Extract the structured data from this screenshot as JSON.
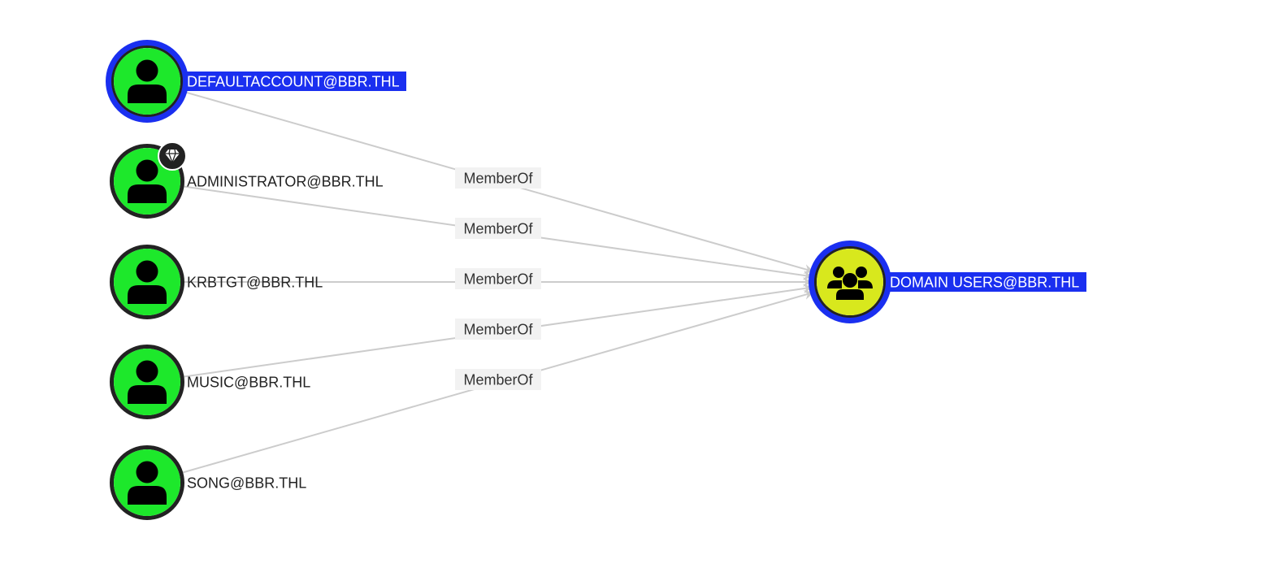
{
  "colors": {
    "user_fill": "#1de82b",
    "group_fill": "#d8e81d",
    "ring_dark": "#222222",
    "ring_highlight": "#1a2ff0",
    "label_highlight_bg": "#1a2ff0",
    "label_highlight_text": "#ffffff",
    "label_text": "#222222",
    "edge": "#cccccc",
    "edge_label_bg": "#f2f2f2",
    "badge_bg": "#222222",
    "icon": "#000000"
  },
  "nodes": [
    {
      "id": "defaultaccount",
      "label": "DEFAULTACCOUNT@BBR.THL",
      "type": "user",
      "highlighted": true,
      "badge": ""
    },
    {
      "id": "administrator",
      "label": "ADMINISTRATOR@BBR.THL",
      "type": "user",
      "highlighted": false,
      "badge": "diamond-icon"
    },
    {
      "id": "krbtgt",
      "label": "KRBTGT@BBR.THL",
      "type": "user",
      "highlighted": false,
      "badge": ""
    },
    {
      "id": "music",
      "label": "MUSIC@BBR.THL",
      "type": "user",
      "highlighted": false,
      "badge": ""
    },
    {
      "id": "song",
      "label": "SONG@BBR.THL",
      "type": "user",
      "highlighted": false,
      "badge": ""
    },
    {
      "id": "domainusers",
      "label": "DOMAIN USERS@BBR.THL",
      "type": "group",
      "highlighted": true,
      "badge": ""
    }
  ],
  "edges": [
    {
      "from": "defaultaccount",
      "to": "domainusers",
      "label": "MemberOf"
    },
    {
      "from": "administrator",
      "to": "domainusers",
      "label": "MemberOf"
    },
    {
      "from": "krbtgt",
      "to": "domainusers",
      "label": "MemberOf"
    },
    {
      "from": "music",
      "to": "domainusers",
      "label": "MemberOf"
    },
    {
      "from": "song",
      "to": "domainusers",
      "label": "MemberOf"
    }
  ]
}
